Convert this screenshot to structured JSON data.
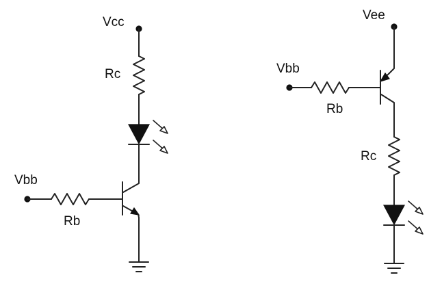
{
  "left_circuit": {
    "supply_label": "Vcc",
    "base_input_label": "Vbb",
    "base_resistor_label": "Rb",
    "collector_resistor_label": "Rc"
  },
  "right_circuit": {
    "supply_label": "Vee",
    "base_input_label": "Vbb",
    "base_resistor_label": "Rb",
    "collector_resistor_label": "Rc"
  },
  "colors": {
    "line": "#222222",
    "background": "#ffffff"
  }
}
